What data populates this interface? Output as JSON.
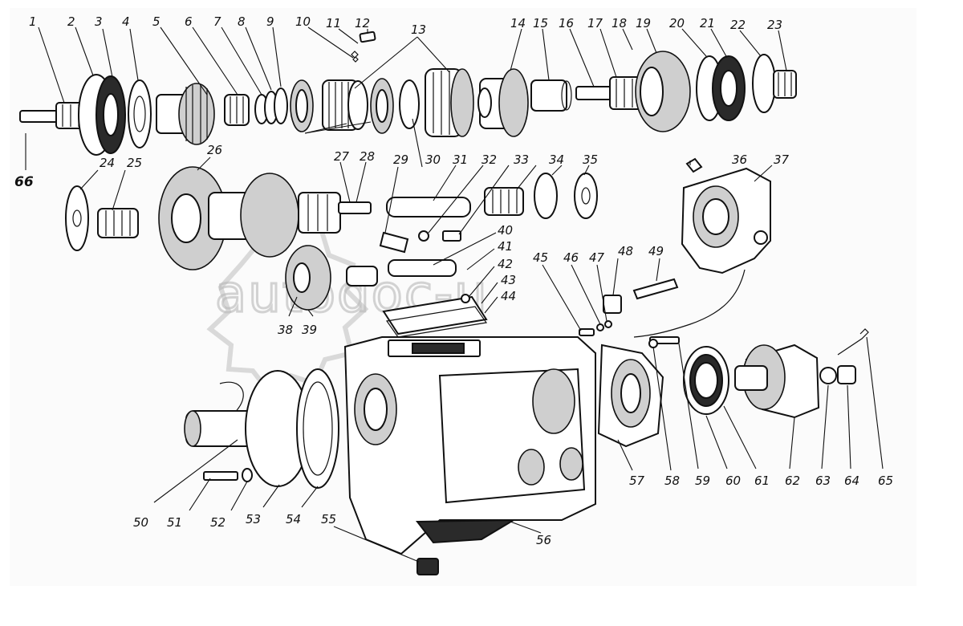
{
  "diagram": {
    "watermark": "autodoc-u",
    "callouts": [
      {
        "id": "1",
        "text": "1"
      },
      {
        "id": "2",
        "text": "2"
      },
      {
        "id": "3",
        "text": "3"
      },
      {
        "id": "4",
        "text": "4"
      },
      {
        "id": "5",
        "text": "5"
      },
      {
        "id": "6",
        "text": "6"
      },
      {
        "id": "7",
        "text": "7"
      },
      {
        "id": "8",
        "text": "8"
      },
      {
        "id": "9",
        "text": "9"
      },
      {
        "id": "10",
        "text": "10"
      },
      {
        "id": "11",
        "text": "11"
      },
      {
        "id": "12",
        "text": "12"
      },
      {
        "id": "13",
        "text": "13"
      },
      {
        "id": "14",
        "text": "14"
      },
      {
        "id": "15",
        "text": "15"
      },
      {
        "id": "16",
        "text": "16"
      },
      {
        "id": "17",
        "text": "17"
      },
      {
        "id": "18",
        "text": "18"
      },
      {
        "id": "19",
        "text": "19"
      },
      {
        "id": "20",
        "text": "20"
      },
      {
        "id": "21",
        "text": "21"
      },
      {
        "id": "22",
        "text": "22"
      },
      {
        "id": "23",
        "text": "23"
      },
      {
        "id": "24",
        "text": "24"
      },
      {
        "id": "25",
        "text": "25"
      },
      {
        "id": "26",
        "text": "26"
      },
      {
        "id": "27",
        "text": "27"
      },
      {
        "id": "28",
        "text": "28"
      },
      {
        "id": "29",
        "text": "29"
      },
      {
        "id": "30",
        "text": "30"
      },
      {
        "id": "31",
        "text": "31"
      },
      {
        "id": "32",
        "text": "32"
      },
      {
        "id": "33",
        "text": "33"
      },
      {
        "id": "34",
        "text": "34"
      },
      {
        "id": "35",
        "text": "35"
      },
      {
        "id": "36",
        "text": "36"
      },
      {
        "id": "37",
        "text": "37"
      },
      {
        "id": "38",
        "text": "38"
      },
      {
        "id": "39",
        "text": "39"
      },
      {
        "id": "40",
        "text": "40"
      },
      {
        "id": "41",
        "text": "41"
      },
      {
        "id": "42",
        "text": "42"
      },
      {
        "id": "43",
        "text": "43"
      },
      {
        "id": "44",
        "text": "44"
      },
      {
        "id": "45",
        "text": "45"
      },
      {
        "id": "46",
        "text": "46"
      },
      {
        "id": "47",
        "text": "47"
      },
      {
        "id": "48",
        "text": "48"
      },
      {
        "id": "49",
        "text": "49"
      },
      {
        "id": "50",
        "text": "50"
      },
      {
        "id": "51",
        "text": "51"
      },
      {
        "id": "52",
        "text": "52"
      },
      {
        "id": "53",
        "text": "53"
      },
      {
        "id": "54",
        "text": "54"
      },
      {
        "id": "55",
        "text": "55"
      },
      {
        "id": "56",
        "text": "56"
      },
      {
        "id": "57",
        "text": "57"
      },
      {
        "id": "58",
        "text": "58"
      },
      {
        "id": "59",
        "text": "59"
      },
      {
        "id": "60",
        "text": "60"
      },
      {
        "id": "61",
        "text": "61"
      },
      {
        "id": "62",
        "text": "62"
      },
      {
        "id": "63",
        "text": "63"
      },
      {
        "id": "64",
        "text": "64"
      },
      {
        "id": "65",
        "text": "65"
      },
      {
        "id": "66",
        "text": "66"
      }
    ]
  }
}
